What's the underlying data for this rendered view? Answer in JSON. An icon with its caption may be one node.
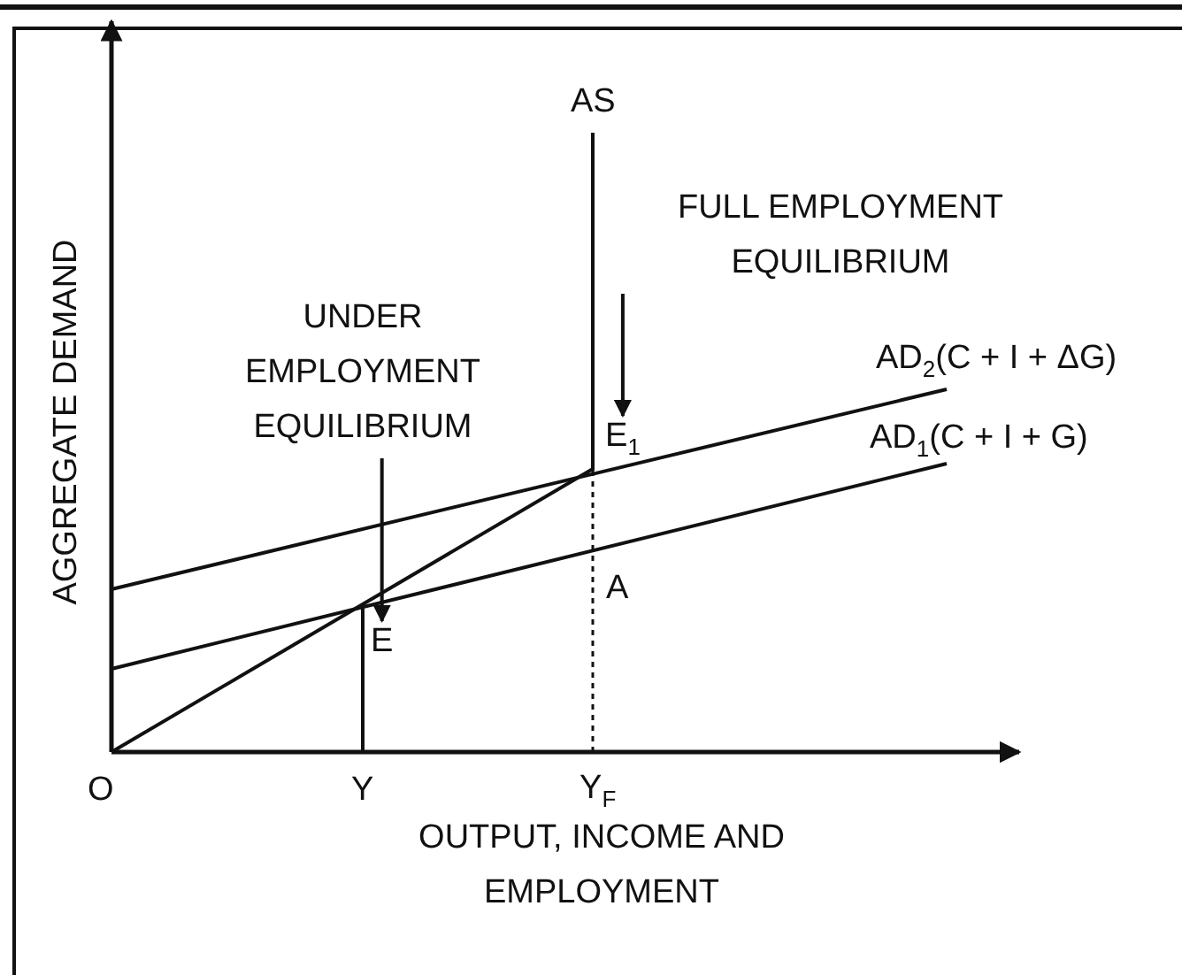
{
  "diagram": {
    "nodes": [
      {
        "text": [
          "FULL EMPLOYMENT EQUILIBRIUM"
        ]
      },
      {
        "text": [
          "UNDER EMPLOYMENT EQUILIBRIUM"
        ]
      },
      {
        "text": [
          "E$_{1}$"
        ]
      },
      {
        "text": [
          "E"
        ]
      }
    ],
    "edges": [
      {
        "from": 0,
        "to": 2,
        "arrow": "to"
      },
      {
        "from": 1,
        "to": 3,
        "arrow": "to"
      }
    ],
    "labels": [
      "AS",
      "AD$_{2}$(C + I + ΔG)",
      "AD$_{1}$(C + I + G)",
      "A",
      "AGGREGATE DEMAND",
      "O",
      "Y",
      "Y$_{F}$",
      "OUTPUT, INCOME AND EMPLOYMENT"
    ]
  }
}
